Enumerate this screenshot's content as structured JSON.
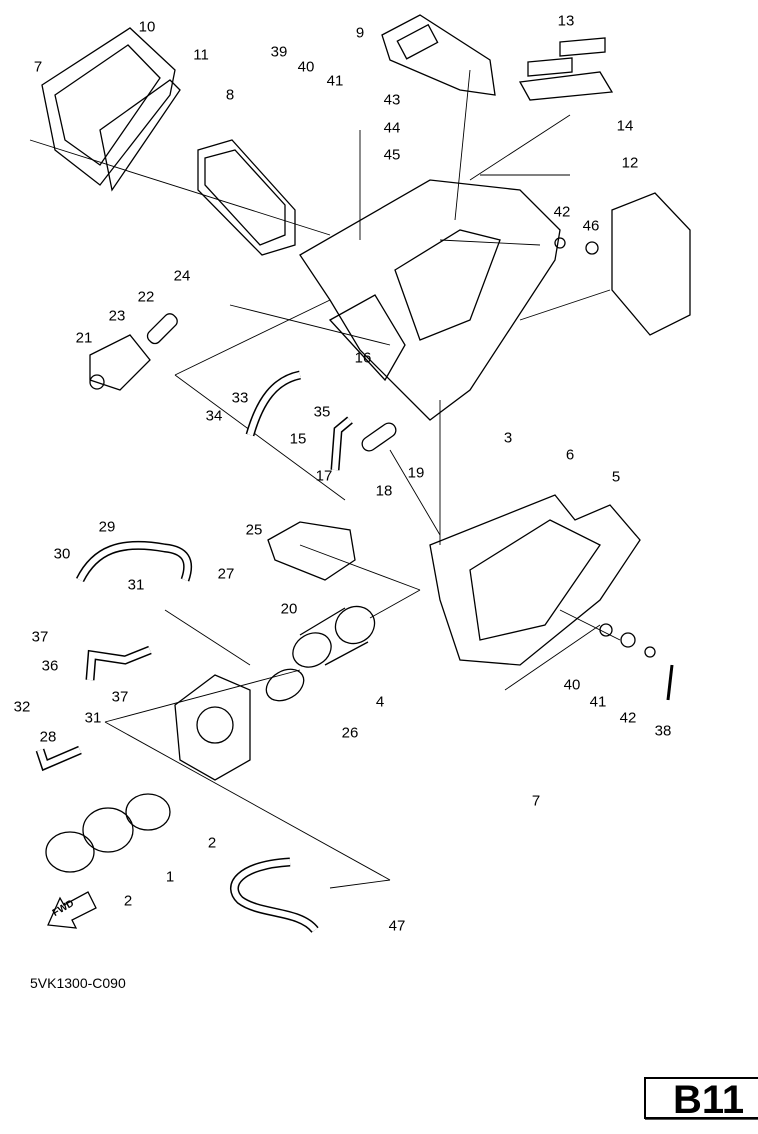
{
  "diagram": {
    "part_labels": [
      "10",
      "11",
      "7",
      "8",
      "9",
      "39",
      "40",
      "41",
      "43",
      "44",
      "45",
      "13",
      "14",
      "12",
      "42",
      "46",
      "24",
      "22",
      "23",
      "21",
      "33",
      "34",
      "35",
      "16",
      "15",
      "17",
      "18",
      "19",
      "3",
      "6",
      "5",
      "25",
      "27",
      "20",
      "29",
      "30",
      "31",
      "37",
      "36",
      "37",
      "4",
      "26",
      "32",
      "28",
      "31",
      "2",
      "1",
      "2",
      "40",
      "41",
      "42",
      "38",
      "7",
      "47"
    ],
    "direction_arrow": "FWD",
    "diagram_code": "5VK1300-C090",
    "section_id": "B11"
  }
}
